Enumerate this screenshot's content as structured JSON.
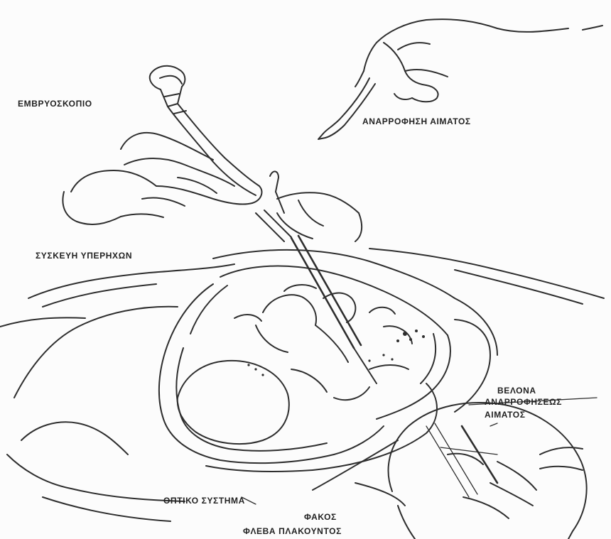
{
  "labels": {
    "fetoscope": "ΕΜΒΡΥΟΣΚΟΠΙΟ",
    "blood_aspiration": "ΑΝΑΡΡΟΦΗΣΗ ΑΙΜΑΤΟΣ",
    "ultrasound_device": "ΣΥΣΚΕΥΗ ΥΠΕΡΗΧΩΝ",
    "needle_line1": "ΒΕΛΟΝΑ",
    "needle_line2": "ΑΝΑΡΡΟΦΗΣΕΩΣ",
    "needle_line3": "ΑΙΜΑΤΟΣ",
    "optical_system": "ΟΠΤΙΚΟ ΣΥΣΤΗΜΑ",
    "lens": "ΦΑΚΟΣ",
    "placental_vein": "ΦΛΕΒΑ ΠΛΑΚΟΥΝΤΟΣ"
  }
}
